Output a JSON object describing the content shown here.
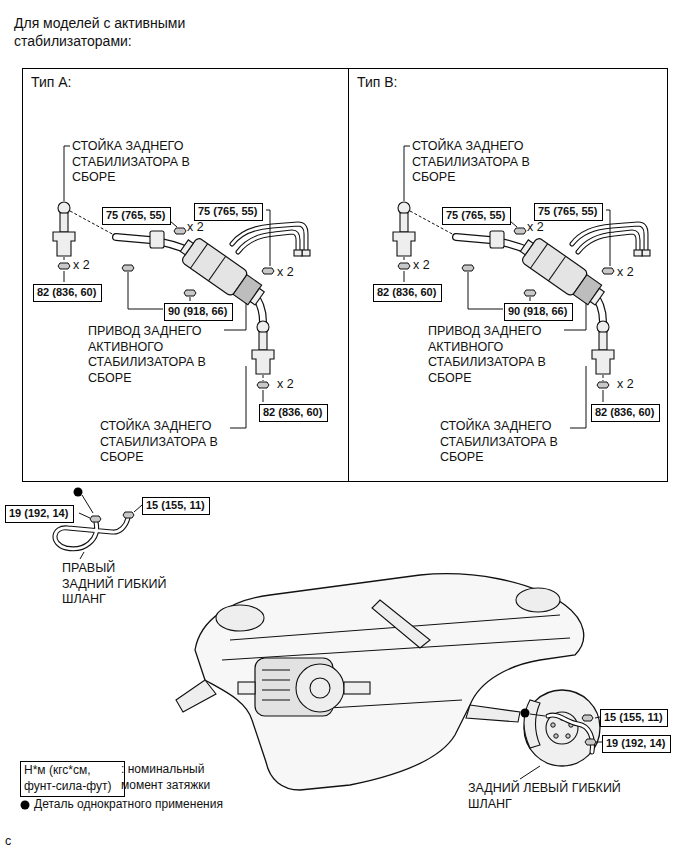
{
  "diagram": {
    "title": "Для моделей с активными стабилизаторами:",
    "nodes": [
      {
        "text": [
          "Тип А:"
        ]
      },
      {
        "text": [
          "75 (765, 55)"
        ],
        "in": 0
      },
      {
        "text": [
          "75 (765, 55)"
        ],
        "in": 0
      },
      {
        "text": [
          "82 (836, 60)"
        ],
        "in": 0
      },
      {
        "text": [
          "90 (918, 66)"
        ],
        "in": 0
      },
      {
        "text": [
          "82 (836, 60)"
        ],
        "in": 0
      },
      {
        "text": [
          "Тип В:"
        ]
      },
      {
        "text": [
          "75 (765, 55)"
        ],
        "in": 6
      },
      {
        "text": [
          "75 (765, 55)"
        ],
        "in": 6
      },
      {
        "text": [
          "82 (836, 60)"
        ],
        "in": 6
      },
      {
        "text": [
          "90 (918, 66)"
        ],
        "in": 6
      },
      {
        "text": [
          "82 (836, 60)"
        ],
        "in": 6
      },
      {
        "text": [
          "19 (192, 14)"
        ]
      },
      {
        "text": [
          "15 (155, 11)"
        ]
      },
      {
        "text": [
          "15 (155, 11)"
        ]
      },
      {
        "text": [
          "19 (192, 14)"
        ]
      },
      {
        "text": [
          "Н*м (кгс*см, фунт-сила-фут)"
        ]
      }
    ],
    "labels": [
      "СТОЙКА ЗАДНЕГО СТАБИЛИЗАТОРА В СБОРЕ",
      "x 2",
      "x 2",
      "x 2",
      "ПРИВОД ЗАДНЕГО АКТИВНОГО СТАБИЛИЗАТОРА В СБОРЕ",
      "x 2",
      "СТОЙКА ЗАДНЕГО СТАБИЛИЗАТОРА В СБОРЕ",
      "СТОЙКА ЗАДНЕГО СТАБИЛИЗАТОРА В СБОРЕ",
      "x 2",
      "x 2",
      "x 2",
      "ПРИВОД ЗАДНЕГО АКТИВНОГО СТАБИЛИЗАТОРА В СБОРЕ",
      "x 2",
      "СТОЙКА ЗАДНЕГО СТАБИЛИЗАТОРА В СБОРЕ",
      "ПРАВЫЙ ЗАДНИЙ ГИБКИЙ ШЛАНГ",
      "ЗАДНИЙ ЛЕВЫЙ ГИБКИЙ ШЛАНГ",
      "c"
    ],
    "legend": [
      {
        "text": ": номинальный момент затяжки"
      },
      {
        "text": "Деталь однократного применения"
      }
    ]
  }
}
